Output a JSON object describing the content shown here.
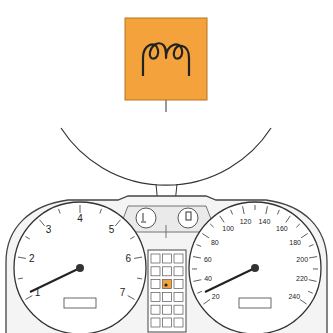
{
  "diagram": {
    "labels": [
      "1",
      "2",
      "3",
      "4",
      "5",
      "6",
      "7",
      "20",
      "40",
      "60",
      "80",
      "100",
      "120",
      "140",
      "160",
      "180",
      "200",
      "220",
      "240"
    ]
  }
}
